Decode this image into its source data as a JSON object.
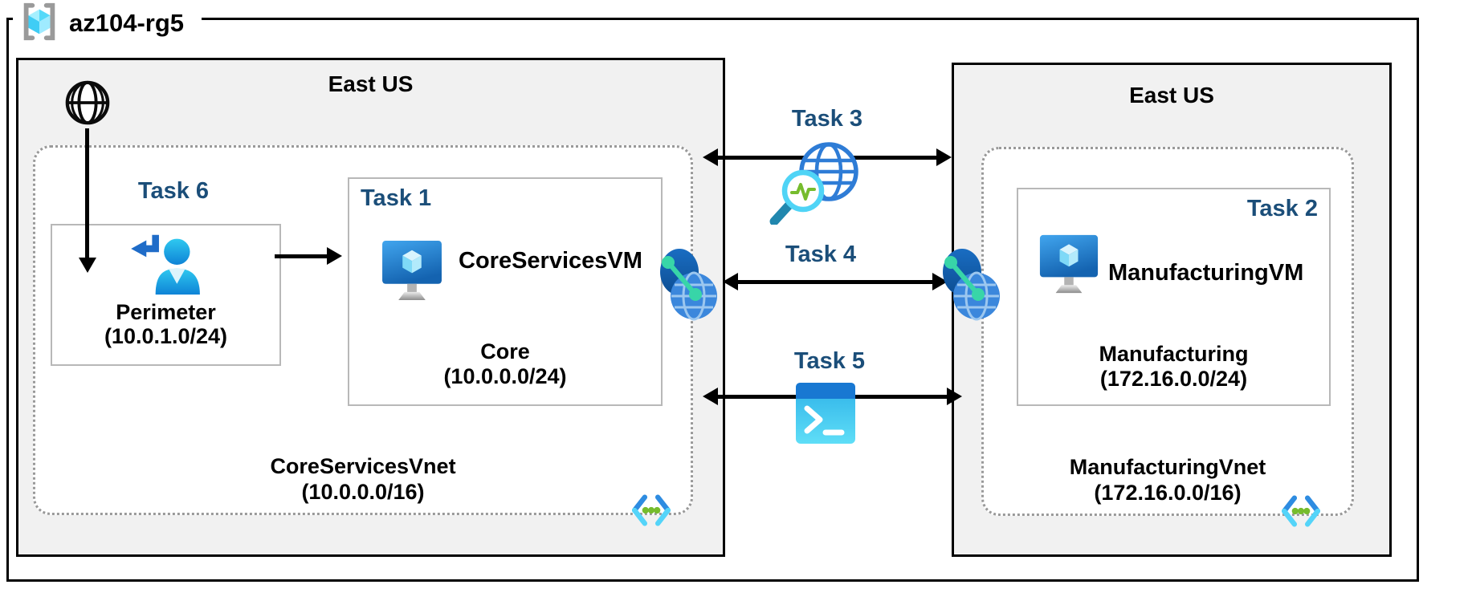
{
  "resource_group": {
    "name": "az104-rg5"
  },
  "left_region": {
    "title": "East US",
    "task6_label": "Task 6",
    "task1_label": "Task 1",
    "perimeter_subnet": {
      "name": "Perimeter",
      "cidr": "(10.0.1.0/24)"
    },
    "vm_name": "CoreServicesVM",
    "core_subnet": {
      "name": "Core",
      "cidr": "(10.0.0.0/24)"
    },
    "vnet_name": "CoreServicesVnet",
    "vnet_cidr": "(10.0.0.0/16)"
  },
  "middle": {
    "task3_label": "Task 3",
    "task4_label": "Task 4",
    "task5_label": "Task 5"
  },
  "right_region": {
    "title": "East US",
    "task2_label": "Task 2",
    "vm_name": "ManufacturingVM",
    "subnet": {
      "name": "Manufacturing",
      "cidr": "(172.16.0.0/24)"
    },
    "vnet_name": "ManufacturingVnet",
    "vnet_cidr": "(172.16.0.0/16)"
  },
  "icons": [
    "resource-group-icon",
    "internet-icon",
    "user-entry-icon",
    "virtual-machine-icon",
    "vnet-icon",
    "peering-icon",
    "network-watcher-icon",
    "cloud-shell-icon"
  ],
  "colors": {
    "task_label": "#1b4e79",
    "region_background": "#f1f1f1",
    "boundary_border": "#000000",
    "subnet_border": "#b8b8b8",
    "vnet_dotted_border": "#999999",
    "azure_blue": "#2e8ce1",
    "azure_cyan": "#54d4f9",
    "green_dot": "#76bc2d"
  }
}
